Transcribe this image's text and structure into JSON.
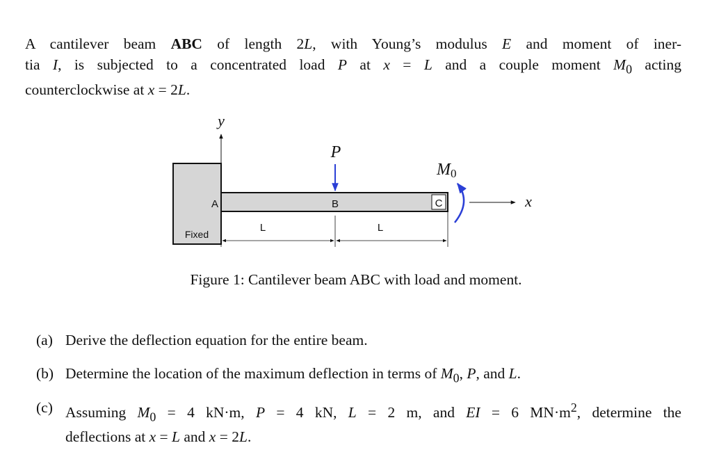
{
  "problem": {
    "intro_line1": {
      "p1": "A cantilever beam ",
      "beam": "ABC",
      "p2": " of length 2",
      "L": "L",
      "p3": ", with Young’s modulus ",
      "E": "E",
      "p4": " and moment of iner-"
    },
    "intro_line2": {
      "p1": "tia ",
      "I": "I",
      "p2": ", is subjected to a concentrated load ",
      "P": "P",
      "p3": " at ",
      "x": "x",
      "eq": " = ",
      "L": "L",
      "p4": " and a couple moment ",
      "M0": "M",
      "sub0": "0",
      "p5": " acting"
    },
    "intro_line3": {
      "p1": "counterclockwise at ",
      "x": "x",
      "eq": " = 2",
      "L": "L",
      "p2": "."
    }
  },
  "figure": {
    "y_axis_label": "y",
    "x_axis_label": "x",
    "load_label": "P",
    "moment_label": "M",
    "moment_sub": "0",
    "point_a": "A",
    "point_b": "B",
    "point_c": "C",
    "support_label": "Fixed",
    "span_1": "L",
    "span_2": "L",
    "caption": "Figure 1: Cantilever beam ABC with load and moment.",
    "colors": {
      "beam_fill": "#d6d6d6",
      "wall_fill": "#d6d6d6",
      "arrow_blue": "#2b3fd6",
      "line": "#111111"
    }
  },
  "questions": {
    "a": {
      "label": "(a)",
      "text": "Derive the deflection equation for the entire beam."
    },
    "b": {
      "label": "(b)",
      "t1": "Determine the location of the maximum deflection in terms of ",
      "M": "M",
      "sub0": "0",
      "t2": ", ",
      "P": "P",
      "t3": ", and ",
      "L": "L",
      "t4": "."
    },
    "c": {
      "label": "(c)",
      "t1": "Assuming ",
      "M": "M",
      "sub0": "0",
      "t2": " = 4 kN·m, ",
      "P": "P",
      "t3": " = 4 kN, ",
      "L": "L",
      "t4": " = 2 m, and ",
      "EI": "EI",
      "t5": " = 6 MN·m",
      "sup2": "2",
      "t6": ", determine the",
      "t7": "deflections at ",
      "x1": "x",
      "t8": " = ",
      "L2": "L",
      "t9": " and ",
      "x2": "x",
      "t10": " = 2",
      "L3": "L",
      "t11": "."
    }
  }
}
